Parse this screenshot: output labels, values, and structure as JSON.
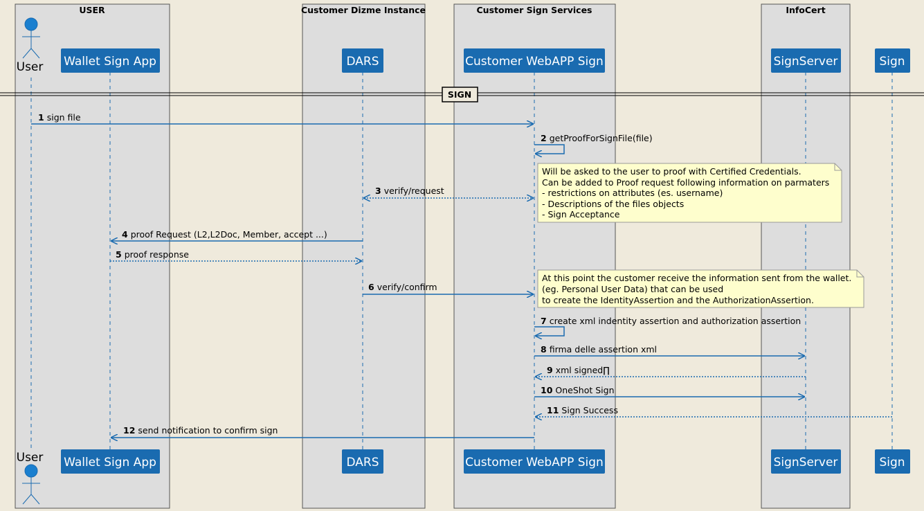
{
  "colors": {
    "background": "#efeadc",
    "group_fill": "#dddddd",
    "participant_fill": "#1a6bb0",
    "arrow": "#1a6bb0",
    "note_fill": "#fefecd",
    "lifeline": "#1a6bb0"
  },
  "groups": [
    {
      "title": "USER"
    },
    {
      "title": "Customer Dizme Instance"
    },
    {
      "title": "Customer Sign Services"
    },
    {
      "title": "InfoCert"
    }
  ],
  "participants": [
    {
      "id": "user",
      "label": "User",
      "kind": "actor",
      "icon": "actor-stick-figure-icon"
    },
    {
      "id": "wallet",
      "label": "Wallet Sign App",
      "kind": "participant"
    },
    {
      "id": "dars",
      "label": "DARS",
      "kind": "participant"
    },
    {
      "id": "webapp",
      "label": "Customer WebAPP Sign",
      "kind": "participant"
    },
    {
      "id": "signserver",
      "label": "SignServer",
      "kind": "participant"
    },
    {
      "id": "sign",
      "label": "Sign",
      "kind": "participant"
    }
  ],
  "divider": {
    "label": "SIGN"
  },
  "messages": [
    {
      "num": "1",
      "text": "sign file",
      "from": "user",
      "to": "webapp",
      "style": "solid"
    },
    {
      "num": "2",
      "text": "getProofForSignFile(file)",
      "from": "webapp",
      "to": "webapp",
      "style": "self"
    },
    {
      "num": "3",
      "text": "verify/request",
      "from": "dars",
      "to": "webapp",
      "style": "dotted-both"
    },
    {
      "num": "4",
      "text": "proof Request (L2,L2Doc, Member, accept ...)",
      "from": "dars",
      "to": "wallet",
      "style": "solid"
    },
    {
      "num": "5",
      "text": "proof response",
      "from": "wallet",
      "to": "dars",
      "style": "dotted"
    },
    {
      "num": "6",
      "text": "verify/confirm",
      "from": "dars",
      "to": "webapp",
      "style": "solid"
    },
    {
      "num": "7",
      "text": "create xml indentity assertion and authorization assertion",
      "from": "webapp",
      "to": "webapp",
      "style": "self"
    },
    {
      "num": "8",
      "text": "firma delle assertion xml",
      "from": "webapp",
      "to": "signserver",
      "style": "solid"
    },
    {
      "num": "9",
      "text": "xml signed∏",
      "from": "signserver",
      "to": "webapp",
      "style": "dotted"
    },
    {
      "num": "10",
      "text": "OneShot Sign",
      "from": "webapp",
      "to": "signserver",
      "style": "solid"
    },
    {
      "num": "11",
      "text": "Sign Success",
      "from": "sign",
      "to": "webapp",
      "style": "dotted"
    },
    {
      "num": "12",
      "text": "send notification to confirm sign",
      "from": "webapp",
      "to": "wallet",
      "style": "solid"
    }
  ],
  "notes": [
    {
      "lines": [
        "Will be asked to the user to proof with Certified Credentials.",
        "Can be added to Proof request following information on parmaters",
        "- restrictions on attributes (es. username)",
        "- Descriptions of the files objects",
        "- Sign Acceptance"
      ]
    },
    {
      "lines": [
        "At this point the customer receive the information sent from the wallet.",
        "(eg. Personal User Data) that can be used",
        "to create the IdentityAssertion and the AuthorizationAssertion."
      ]
    }
  ]
}
